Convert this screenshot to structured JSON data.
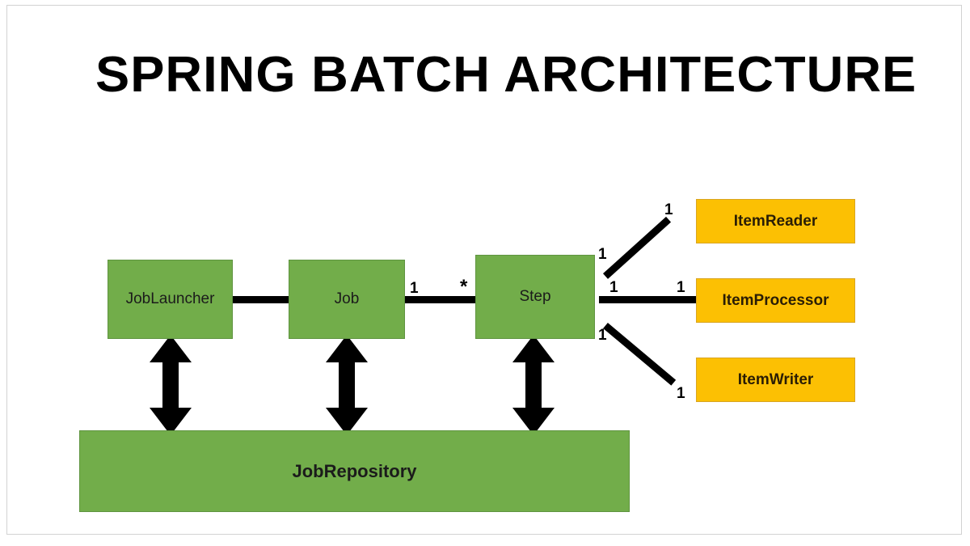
{
  "slide": {
    "title": "SPRING BATCH ARCHITECTURE",
    "background_color": "#FFFFFF",
    "frame_color": "#D2D2D2"
  },
  "colors": {
    "green_fill": "#72AD4A",
    "green_border": "#5F9440",
    "orange_fill": "#FCC003",
    "orange_border": "#D9A521",
    "connector": "#000000",
    "text_dark": "#1B1B1B"
  },
  "nodes": {
    "job_launcher": {
      "label": "JobLauncher",
      "type": "green"
    },
    "job": {
      "label": "Job",
      "type": "green"
    },
    "step": {
      "label": "Step",
      "type": "green"
    },
    "job_repository": {
      "label": "JobRepository",
      "type": "green"
    },
    "item_reader": {
      "label": "ItemReader",
      "type": "orange"
    },
    "item_processor": {
      "label": "ItemProcessor",
      "type": "orange"
    },
    "item_writer": {
      "label": "ItemWriter",
      "type": "orange"
    }
  },
  "cardinalities": {
    "job_to_step_source": "1",
    "job_to_step_target": "*",
    "step_to_reader_source": "1",
    "step_to_reader_target": "1",
    "step_to_processor_source": "1",
    "step_to_processor_target": "1",
    "step_to_writer_source": "1",
    "step_to_writer_target": "1"
  }
}
